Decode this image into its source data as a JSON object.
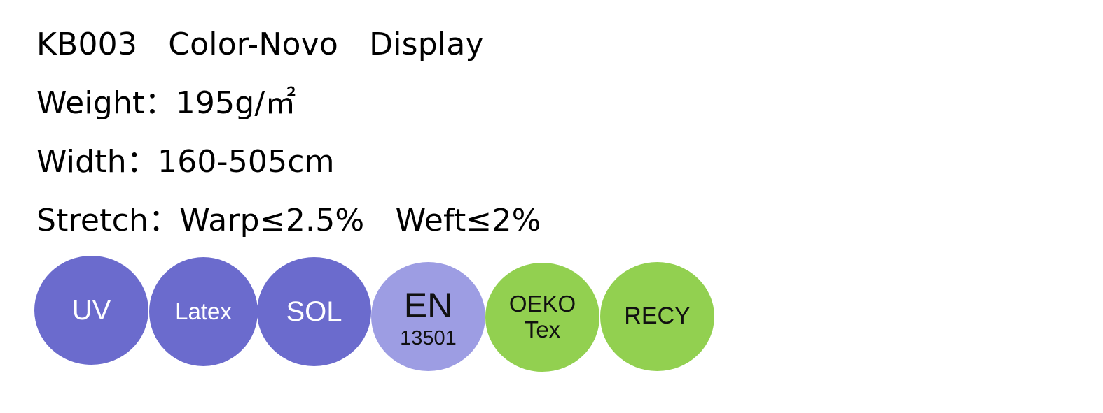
{
  "product": {
    "title": "KB003　Color-Novo　Display",
    "specs": [
      {
        "text": "Weight：195g/㎡"
      },
      {
        "text": "Width：160-505cm"
      },
      {
        "text": "Stretch：Warp≤2.5%　Weft≤2%"
      }
    ]
  },
  "badges": [
    {
      "line1": "UV",
      "line2": "",
      "bg": "#6b6bcd",
      "fg": "#ffffff"
    },
    {
      "line1": "Latex",
      "line2": "",
      "bg": "#6b6bcd",
      "fg": "#ffffff"
    },
    {
      "line1": "SOL",
      "line2": "",
      "bg": "#6b6bcd",
      "fg": "#ffffff"
    },
    {
      "line1": "EN",
      "line2": "13501",
      "bg": "#9d9de3",
      "fg": "#111111"
    },
    {
      "line1": "OEKO",
      "line2": "Tex",
      "bg": "#92d050",
      "fg": "#111111"
    },
    {
      "line1": "RECY",
      "line2": "",
      "bg": "#92d050",
      "fg": "#111111"
    }
  ]
}
